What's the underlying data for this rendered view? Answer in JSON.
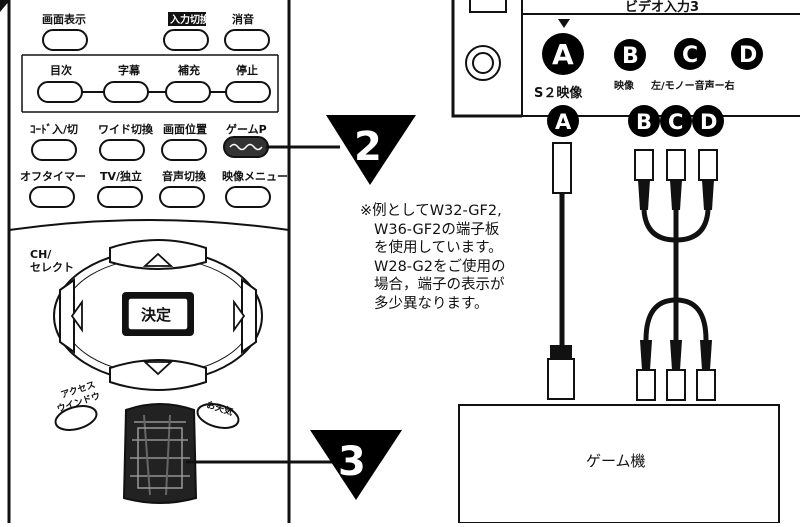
{
  "remote": {
    "row1": [
      "画面表示",
      "入力切換",
      "消音"
    ],
    "row2": [
      "目次",
      "字幕",
      "補充",
      "停止"
    ],
    "row3": [
      "ｺｰﾄﾞ入/切",
      "ワイド切換",
      "画面位置",
      "ゲームP"
    ],
    "row4": [
      "オフタイマー",
      "TV/独立",
      "音声切換",
      "映像メニュー"
    ],
    "ch_select": [
      "CH/",
      "セレクト"
    ],
    "ok_label": "決定",
    "access_window": [
      "アクセス",
      "ウインドウ"
    ],
    "weather": "お天気"
  },
  "steps": {
    "step2": "2",
    "step3": "3"
  },
  "panel": {
    "header": "ビデオ入力3",
    "jacks": [
      "A",
      "B",
      "C",
      "D"
    ],
    "s2_label": "S２映像",
    "video_label": "映像",
    "audio_label": "左/モノー音声ー右"
  },
  "cable_letters": [
    "A",
    "B",
    "C",
    "D"
  ],
  "note_lines": [
    "※例としてW32-GF2,",
    "W36-GF2の端子板",
    "を使用しています。",
    "W28-G2をご使用の",
    "場合，端子の表示が",
    "多少異なります。"
  ],
  "console_label": "ゲーム機",
  "colors": {
    "ink": "#111111",
    "paper": "#ffffff",
    "badge": "#000000"
  }
}
